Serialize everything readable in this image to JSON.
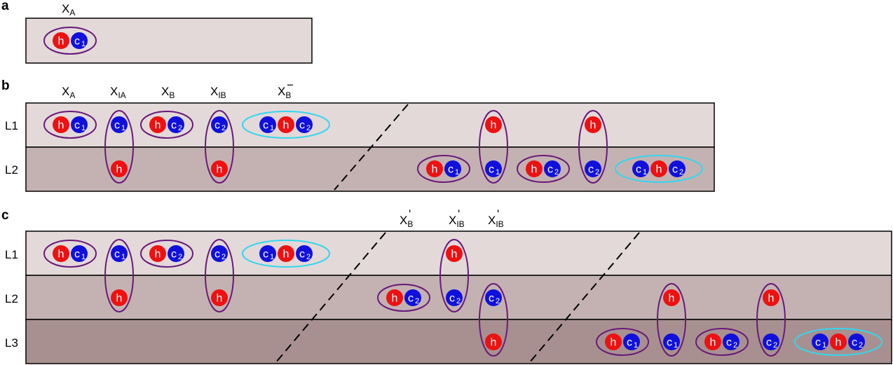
{
  "panels": {
    "a": {
      "letter": "a",
      "labels": [
        {
          "base": "X",
          "sub": "A",
          "sup": ""
        }
      ]
    },
    "b": {
      "letter": "b",
      "layers": [
        "L1",
        "L2"
      ],
      "labels": [
        {
          "base": "X",
          "sub": "A",
          "sup": ""
        },
        {
          "base": "X",
          "sub": "IA",
          "sup": ""
        },
        {
          "base": "X",
          "sub": "B",
          "sup": ""
        },
        {
          "base": "X",
          "sub": "IB",
          "sup": ""
        },
        {
          "base": "X",
          "sub": "B",
          "sup": "−"
        }
      ]
    },
    "c": {
      "letter": "c",
      "layers": [
        "L1",
        "L2",
        "L3"
      ],
      "labels": [
        {
          "base": "X",
          "sub": "B",
          "sup": "'"
        },
        {
          "base": "X",
          "sub": "IB",
          "sup": "'"
        },
        {
          "base": "X",
          "sub": "IB",
          "sup": "'"
        }
      ]
    }
  },
  "particles": {
    "hole": "h",
    "c1": {
      "base": "c",
      "sub": "1"
    },
    "c2": {
      "base": "c",
      "sub": "2"
    }
  },
  "colors": {
    "hole": "#ee1111",
    "electron": "#1010dd",
    "exciton_ring": "#6a1a7a",
    "trion_ring": "#33d6ee",
    "layer1": "#e3d9d9",
    "layer2": "#c4b2b2",
    "layer3": "#a89090"
  }
}
